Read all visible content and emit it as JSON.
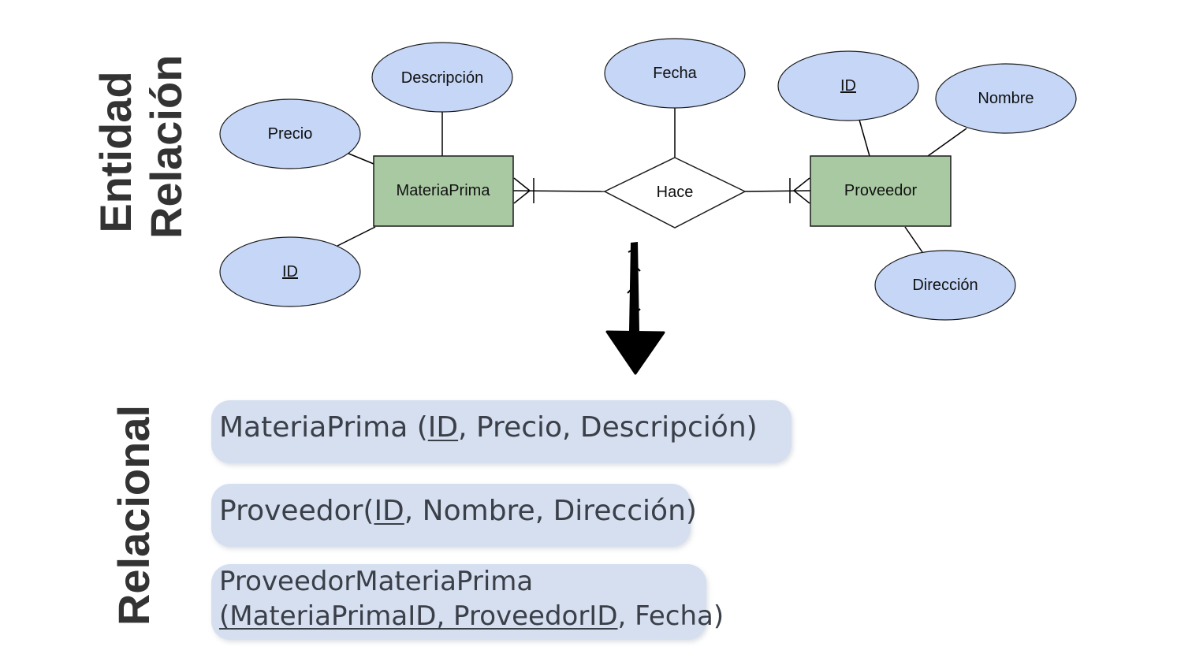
{
  "labels": {
    "er_line1": "Entidad",
    "er_line2": "Relación",
    "relational": "Relacional"
  },
  "diagram": {
    "entities": {
      "materia_prima": "MateriaPrima",
      "proveedor": "Proveedor"
    },
    "relationship": "Hace",
    "attributes": {
      "mp_descripcion": "Descripción",
      "mp_precio": "Precio",
      "mp_id": "ID",
      "rel_fecha": "Fecha",
      "prov_id": "ID",
      "prov_nombre": "Nombre",
      "prov_direccion": "Dirección"
    },
    "colors": {
      "entity_fill": "#a9c9a3",
      "attribute_fill": "#c5d6f7",
      "relational_box": "#d5dff0",
      "text": "#3a3f48"
    }
  },
  "relational": {
    "materia_prima": {
      "name": "MateriaPrima (",
      "pk": "ID",
      "rest": ", Precio, Descripción)"
    },
    "proveedor": {
      "name": "Proveedor(",
      "pk": "ID",
      "rest": ", Nombre, Dirección)"
    },
    "proveedor_materia_prima": {
      "line1": "ProveedorMateriaPrima",
      "open": "(",
      "pk": "MateriaPrimaID, ProveedorID",
      "rest": ", Fecha)"
    }
  }
}
